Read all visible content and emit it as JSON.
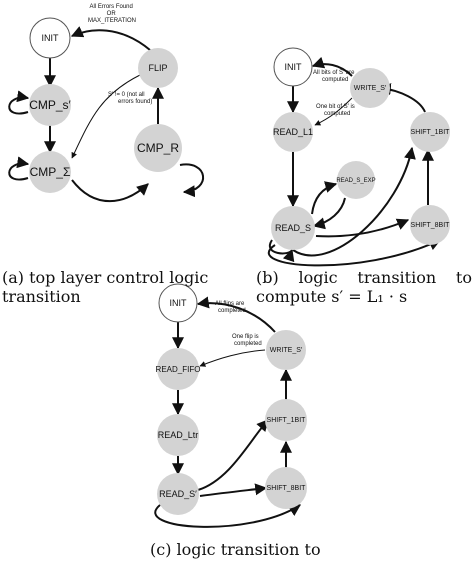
{
  "diagram_a": {
    "nodes": {
      "init": "INIT",
      "cmp_s": "CMP_s′",
      "cmp_sigma": "CMP_Σ",
      "flip": "FLIP",
      "cmp_r": "CMP_R"
    },
    "edges": {
      "all_errors_found": [
        "All Errors Found",
        "OR",
        "MAX_ITERATION"
      ],
      "s_nonzero": [
        "S′ != 0 (not all",
        "errors found)"
      ]
    }
  },
  "diagram_b": {
    "nodes": {
      "init": "INIT",
      "write_s": "WRITE_S′",
      "read_l1": "READ_L1",
      "read_s_exp": "READ_S_EXP",
      "read_s": "READ_S",
      "shift_1bit": "SHIFT_1BIT",
      "shift_8bit": "SHIFT_8BIT"
    },
    "edges": {
      "all_bits_computed": [
        "All bits of S′ are",
        "computed"
      ],
      "one_bit_computed": [
        "One bit of S′ is",
        "computed"
      ]
    }
  },
  "diagram_c": {
    "nodes": {
      "init": "INIT",
      "write_s": "WRITE_S′",
      "read_fifo": "READ_FIFO",
      "read_ltr": "READ_Ltr",
      "read_s": "READ_S′",
      "shift_1bit": "SHIFT_1BIT",
      "shift_8bit": "SHIFT_8BIT"
    },
    "edges": {
      "all_flips_completed": [
        "All flips are",
        "completed"
      ],
      "one_flip_completed": [
        "One flip is",
        "completed"
      ]
    }
  },
  "captions": {
    "a": [
      "(a) top layer control logic",
      "transition"
    ],
    "b": [
      "(b)  logic  transition  to",
      "compute s′ = L₁ · s"
    ],
    "c": [
      "(c) logic transition to"
    ]
  }
}
